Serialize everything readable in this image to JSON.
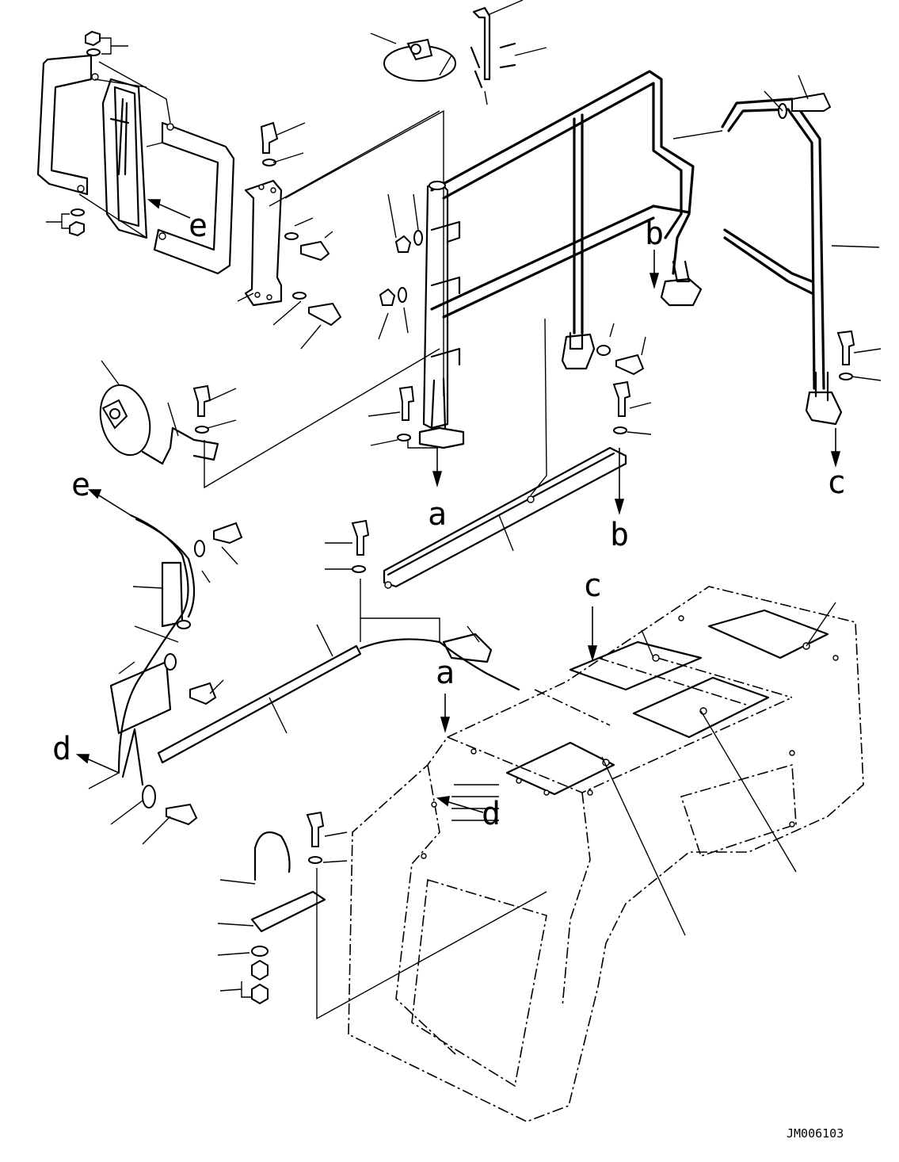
{
  "diagram": {
    "drawing_number": "JM006103",
    "reference_letters": {
      "a_upper": "a",
      "a_lower": "a",
      "b_upper": "b",
      "b_lower": "b",
      "c_upper": "c",
      "c_lower": "c",
      "d_upper": "d",
      "d_lower": "d",
      "e_upper": "e",
      "e_lower": "e"
    }
  }
}
